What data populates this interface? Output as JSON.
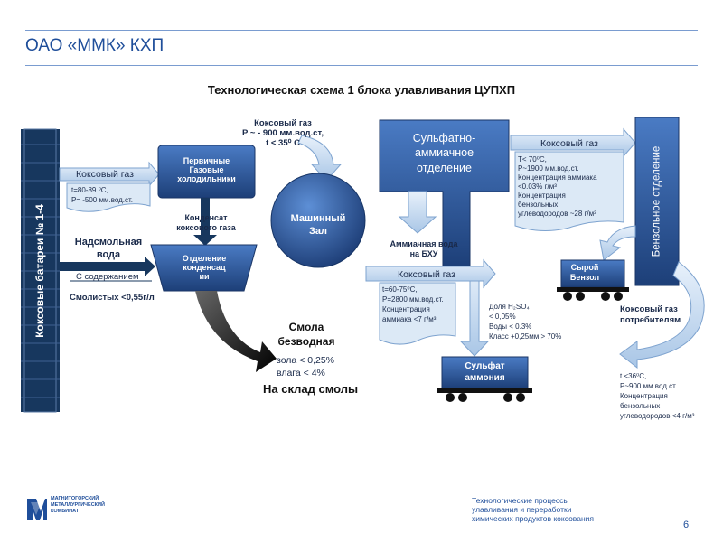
{
  "header": {
    "title": "ОАО «ММК» КХП"
  },
  "diagram": {
    "title": "Технологическая схема 1 блока улавливания ЦУПХП",
    "batteries": "Коксовые батареи № 1-4",
    "gas_label_1": "Коксовый газ",
    "gas1_params": [
      "t=80-89 ⁰С,",
      "Р= -500 мм.вод.ст."
    ],
    "primary_coolers": [
      "Первичные",
      "Газовые",
      "холодильники"
    ],
    "inlet_gas_params": [
      "Коксовый газ",
      "Р ~ - 900 мм.вод.ст,",
      "t < 35⁰ С"
    ],
    "condensate_label": [
      "Конденсат",
      "коксового газа"
    ],
    "supernatant_water": [
      "Надсмольная",
      "вода"
    ],
    "content_label": "С содержанием",
    "tar_content": "Смолистых <0,55г/л",
    "condensate_dept": [
      "Отделение",
      "конденсац",
      "ии"
    ],
    "machine_hall": [
      "Машинный",
      "Зал"
    ],
    "tar_anhydrous": [
      "Смола",
      "безводная"
    ],
    "tar_specs": [
      "зола < 0,25%",
      "влага < 4%"
    ],
    "tar_storage": "На склад смолы",
    "sulfate_dept": [
      "Сульфатно-",
      "аммиачное",
      "отделение"
    ],
    "ammonia_water": [
      "Аммиачная вода",
      "на БХУ"
    ],
    "gas_label_2": "Коксовый газ",
    "gas2_params": [
      "t=60-75⁰С,",
      "Р=2800 мм.вод.ст.",
      "Концентрация",
      "аммиака <7 г/м³"
    ],
    "sulfate_specs": [
      "Доля Н₂SO₄",
      "< 0,05%",
      "Воды < 0.3%",
      "Класс +0,25мм > 70%"
    ],
    "ammonium_sulfate": [
      "Сульфат",
      "аммония"
    ],
    "gas_label_3": "Коксовый газ",
    "gas3_params": [
      "Т< 70⁰С,",
      "Р~1900 мм.вод.ст.",
      "Концентрация аммиака",
      "<0.03% г/м³",
      "Концентрация",
      "бензольных",
      "углеводородов ~28 г/м³"
    ],
    "benzene_dept": "Бензольное отделение",
    "crude_benzene": [
      "Сырой",
      "Бензол"
    ],
    "gas_consumers": [
      "Коксовый газ",
      "потребителям"
    ],
    "gas4_params": [
      "t <36⁰С,",
      "Р~900 мм.вод.ст.",
      "Концентрация",
      "бензольных",
      "углеводородов <4 г/м³"
    ]
  },
  "footer": {
    "logo_lines": [
      "МАГНИТОГОРСКИЙ",
      "МЕТАЛЛУРГИЧЕСКИЙ",
      "КОМБИНАТ"
    ],
    "caption": [
      "Технологические процессы",
      "улавливания и переработки",
      "химических продуктов коксования"
    ],
    "page_number": "6"
  },
  "colors": {
    "navy": "#17375e",
    "blue_box": "#2e5aa0",
    "light_blue": "#c7dcf0",
    "gas_box": "#dce9f6"
  }
}
